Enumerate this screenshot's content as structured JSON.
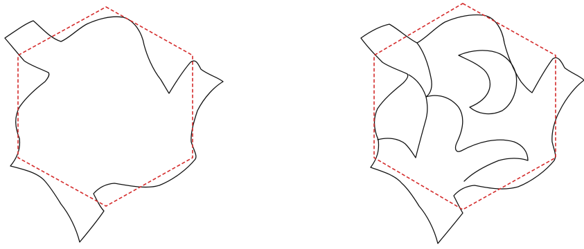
{
  "figure": {
    "panels": [
      {
        "id": "left",
        "description_shape": "outline-only tile with hexagon guide"
      },
      {
        "id": "right",
        "description_shape": "tile with three interlocking birds and hexagon guide"
      }
    ],
    "colors": {
      "hexagon_guide": "#d42a2a",
      "outline": "#111111",
      "background": "#ffffff"
    },
    "line_styles": {
      "hexagon_guide": "dashed",
      "outline": "solid"
    }
  }
}
